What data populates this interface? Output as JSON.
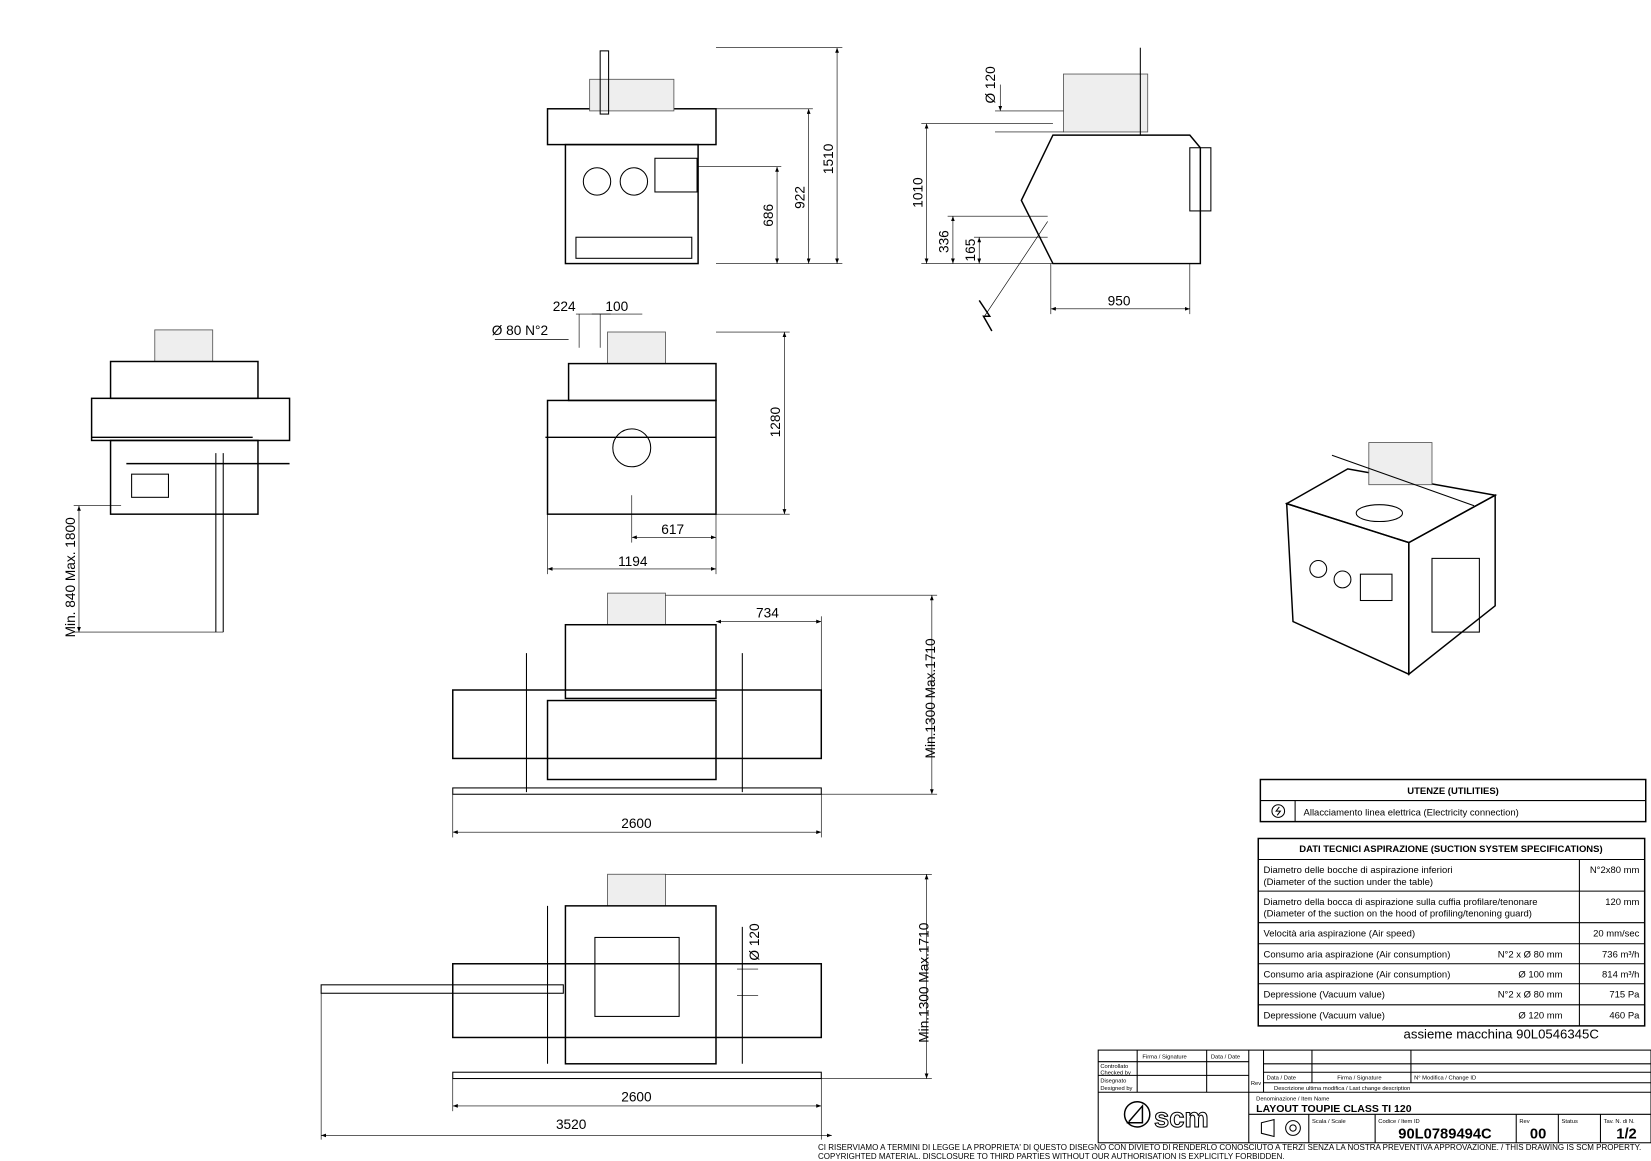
{
  "front_view": {
    "dims": [
      "1510",
      "922",
      "686"
    ]
  },
  "side_view": {
    "dims": [
      "Ø 120",
      "1010",
      "336",
      "165",
      "950"
    ]
  },
  "plan_view_left": {
    "dims": [
      "Min. 840  Max. 1800"
    ]
  },
  "plan_view_center": {
    "dims": [
      "224",
      "100",
      "Ø 80  N°2",
      "1280",
      "617",
      "1194"
    ]
  },
  "plan_view_tables": {
    "dims": [
      "734",
      "Min.1300 Max.1710",
      "2600"
    ]
  },
  "plan_view_tenoning": {
    "dims": [
      "Ø 120",
      "Min.1300 Max.1710",
      "2600",
      "3520"
    ]
  },
  "utilities": {
    "title": "UTENZE (UTILITIES)",
    "rows": [
      {
        "icon": "electricity-connection-icon",
        "label": "Allacciamento linea elettrica (Electricity connection)"
      }
    ]
  },
  "suction": {
    "title": "DATI TECNICI ASPIRAZIONE (SUCTION SYSTEM SPECIFICATIONS)",
    "rows": [
      {
        "l1": "Diametro delle bocche di aspirazione inferiori",
        "l2": "(Diameter of the suction under the table)",
        "mid": "",
        "val": "N°2x80 mm"
      },
      {
        "l1": "Diametro della bocca di aspirazione sulla cuffia profilare/tenonare",
        "l2": "(Diameter of the suction on the hood of profiling/tenoning guard)",
        "mid": "",
        "val": "120 mm"
      },
      {
        "l1": "Velocità aria aspirazione (Air speed)",
        "l2": "",
        "mid": "",
        "val": "20 mm/sec"
      },
      {
        "l1": "Consumo aria aspirazione  (Air consumption)",
        "l2": "",
        "mid": "N°2 x  Ø 80 mm",
        "val": "736 m³/h"
      },
      {
        "l1": "Consumo aria aspirazione  (Air consumption)",
        "l2": "",
        "mid": "Ø 100 mm",
        "val": "814 m³/h"
      },
      {
        "l1": "Depressione (Vacuum value)",
        "l2": "",
        "mid": "N°2 x  Ø 80 mm",
        "val": "715 Pa"
      },
      {
        "l1": "Depressione (Vacuum value)",
        "l2": "",
        "mid": "Ø 120 mm",
        "val": "460 Pa"
      }
    ]
  },
  "assembly_ref": "assieme macchina 90L0546345C",
  "title_block": {
    "signature": "Firma / Signature",
    "date": "Data / Date",
    "checked": "Controllato",
    "checked_en": "Checked by",
    "designed": "Disegnato",
    "designed_en": "Designed by",
    "rev_label": "Rev",
    "rev_date": "Data / Date",
    "rev_signature": "Firma / Signature",
    "change_id": "N° Modifica / Change ID",
    "last_change": "Descrizione ultima modifica / Last change description",
    "item_name_label": "Denominazione / Item Name",
    "item_name": "LAYOUT TOUPIE CLASS TI 120",
    "scale_label": "Scala / Scale",
    "item_id_label": "Codice / Item ID",
    "item_id": "90L0789494C",
    "rev_hdr": "Rev",
    "rev": "00",
    "status_label": "Status",
    "sheet_label": "Tav. N. di N.",
    "sheet": "1/2",
    "logo": "scm",
    "disclaimer": "CI RISERVIAMO A TERMINI DI LEGGE LA PROPRIETA' DI QUESTO DISEGNO CON DIVIETO DI RENDERLO CONOSCIUTO A TERZI SENZA LA NOSTRA PREVENTIVA APPROVAZIONE. / THIS DRAWING IS SCM PROPERTY. COPYRIGHTED MATERIAL. DISCLOSURE TO THIRD PARTIES WITHOUT OUR AUTHORISATION IS EXPLICITLY FORBIDDEN."
  }
}
